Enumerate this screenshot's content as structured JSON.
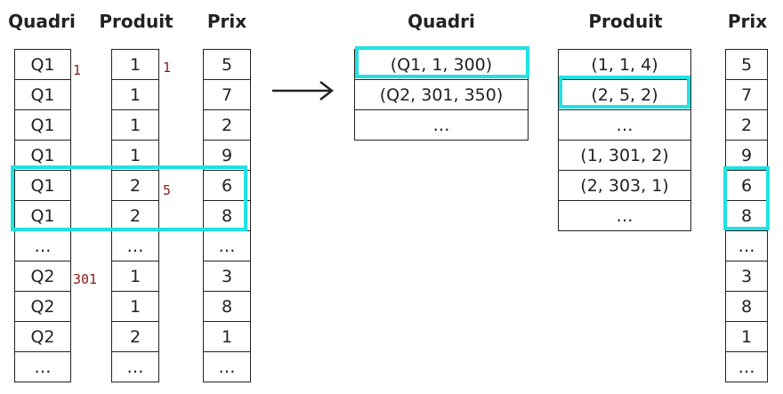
{
  "left": {
    "headers": {
      "quadri": "Quadri",
      "produit": "Produit",
      "prix": "Prix"
    },
    "quadri": [
      "Q1",
      "Q1",
      "Q1",
      "Q1",
      "Q1",
      "Q1",
      "…",
      "Q2",
      "Q2",
      "Q2",
      "…"
    ],
    "produit": [
      "1",
      "1",
      "1",
      "1",
      "2",
      "2",
      "…",
      "1",
      "1",
      "2",
      "…"
    ],
    "prix": [
      "5",
      "7",
      "2",
      "9",
      "6",
      "8",
      "…",
      "3",
      "8",
      "1",
      "…"
    ],
    "quadri_annotations": {
      "first": "1",
      "second": "301"
    },
    "produit_annotations": {
      "first": "1",
      "second": "5"
    }
  },
  "right": {
    "headers": {
      "quadri": "Quadri",
      "produit": "Produit",
      "prix": "Prix"
    },
    "quadri": [
      "(Q1, 1, 300)",
      "(Q2, 301, 350)",
      "…"
    ],
    "produit": [
      "(1, 1, 4)",
      "(2, 5, 2)",
      "…",
      "(1, 301, 2)",
      "(2, 303, 1)",
      "…"
    ],
    "prix": [
      "5",
      "7",
      "2",
      "9",
      "6",
      "8",
      "…",
      "3",
      "8",
      "1",
      "…"
    ]
  },
  "colors": {
    "highlight": "#1fe3e3",
    "annotation": "#8b1a1a",
    "ink": "#222222"
  }
}
